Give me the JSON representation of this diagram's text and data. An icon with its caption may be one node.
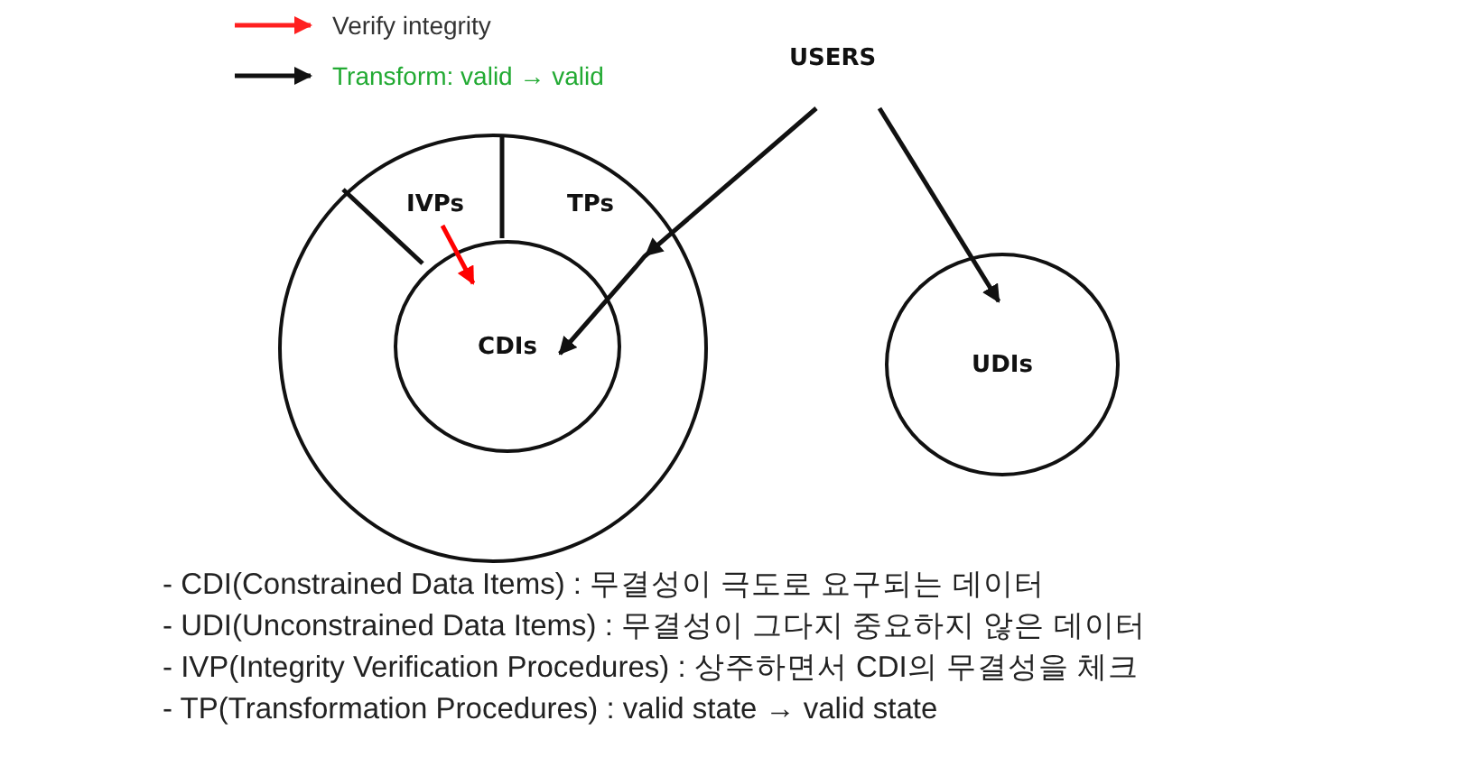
{
  "diagram": {
    "nodes": [
      {
        "text": [],
        "shape": "circle"
      },
      {
        "text": [
          "IVPs"
        ],
        "in": 0
      },
      {
        "text": [
          "TPs"
        ],
        "in": 0
      },
      {
        "text": [
          "CDIs"
        ],
        "in": 0
      },
      {
        "text": [
          "USERS"
        ]
      },
      {
        "text": [
          "UDIs"
        ]
      }
    ],
    "edges": [
      {
        "from": 1,
        "to": 3,
        "arrow": "to",
        "color": "#ff0000"
      },
      {
        "from": 4,
        "to": 3,
        "arrow": "to"
      },
      {
        "from": 4,
        "to": 5,
        "arrow": "to"
      }
    ],
    "labels": [
      "- CDI(Constrained Data Items) : 무결성이 극도로 요구되는 데이터",
      "- UDI(Unconstrained Data Items) : 무결성이 그다지 중요하지 않은 데이터",
      "- IVP(Integrity Verification Procedures) : 상주하면서 CDI의 무결성을 체크",
      "- TP(Transformation Procedures) : valid state → valid state"
    ],
    "legend": [
      {
        "text": "Verify integrity"
      },
      {
        "text": "Transform: valid → valid"
      }
    ]
  }
}
